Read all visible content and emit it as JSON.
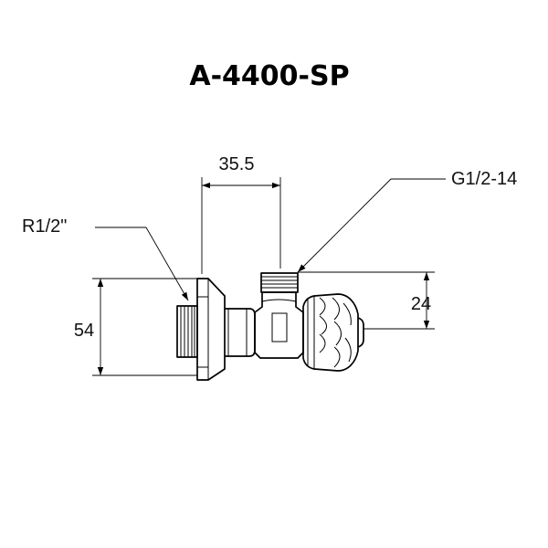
{
  "title": "A-4400-SP",
  "dimensions": {
    "top_width": "35.5",
    "outlet_thread": "G1/2-14",
    "inlet_thread": "R1/2\"",
    "overall_height": "54",
    "outlet_offset": "24"
  }
}
